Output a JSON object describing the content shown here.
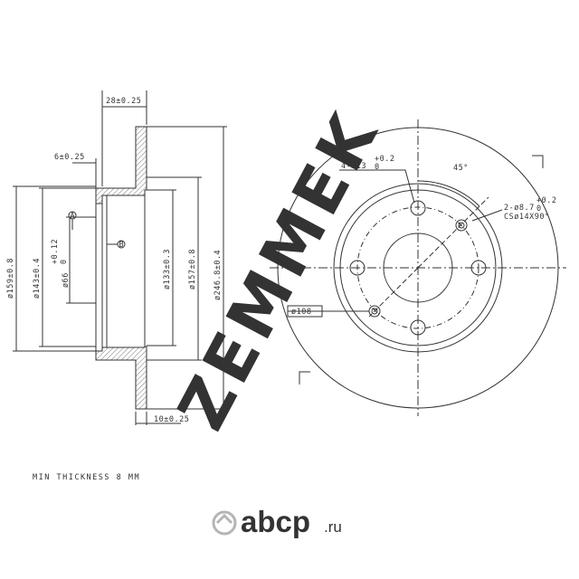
{
  "watermark": {
    "text": "ZEMMEK",
    "color": "#d9d9d9"
  },
  "logo": {
    "brand": "abcp",
    "tld": ".ru",
    "color": "#b5b5b5",
    "icon": "abcp-circle-logo-icon"
  },
  "colors": {
    "line": "#333333",
    "hatch": "#666666"
  },
  "side_view": {
    "thickness": "28±0.25",
    "hat_wall": "6±0.25",
    "disc_thickness": "10±0.25",
    "dia_159": "ø159±0.8",
    "dia_143": "ø143±0.4",
    "dia_66": "ø66",
    "dia_66_tol_upper": "+0.12",
    "dia_66_tol_lower": "0",
    "dia_133": "ø133±0.3",
    "dia_157": "ø157±0.8",
    "dia_246": "ø246.8±0.4",
    "datum_a": "A",
    "datum_b": "B"
  },
  "front_view": {
    "bolt_holes_prefix": "4-ø13",
    "bolt_holes_tol_upper": "+0.2",
    "bolt_holes_tol_lower": "0",
    "angle": "45°",
    "small_holes_prefix": "2-ø8.7",
    "small_holes_tol_upper": "+0.2",
    "small_holes_tol_lower": "0",
    "countersink": "CSø14X90°",
    "pcd": "ø108"
  },
  "note": "MIN THICKNESS 8 MM"
}
